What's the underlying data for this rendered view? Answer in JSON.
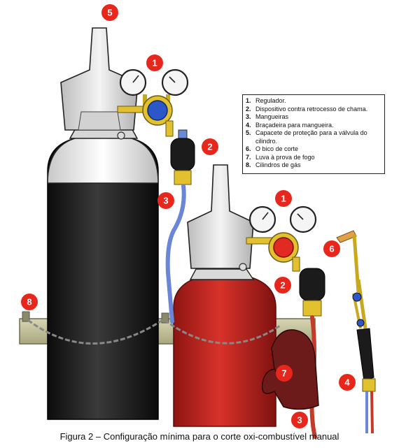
{
  "legend": {
    "items": [
      {
        "num": "1.",
        "text": "Regulador."
      },
      {
        "num": "2.",
        "text": "Dispositivo contra retrocesso de chama."
      },
      {
        "num": "3.",
        "text": "Mangueiras"
      },
      {
        "num": "4.",
        "text": "Braçadeira para mangueira."
      },
      {
        "num": "5.",
        "text": "Capacete de proteção para a válvula do cilindro."
      },
      {
        "num": "6.",
        "text": "O bico de corte"
      },
      {
        "num": "7.",
        "text": "Luva à prova de fogo"
      },
      {
        "num": "8.",
        "text": "Cilindros de gás"
      }
    ]
  },
  "badges": {
    "cap_black": "5",
    "regulator_blue": "1",
    "flashback_blue": "2",
    "hose_blue": "3",
    "regulator_red": "1",
    "flashback_red": "2",
    "torch_tip": "6",
    "cylinder": "8",
    "glove": "7",
    "clamp": "4",
    "hose_red": "3"
  },
  "caption": "Figura 2 – Configuração mínima para o corte oxi-combustível manual",
  "colors": {
    "badge": "#e8271c",
    "black_cylinder": "#1d1d1d",
    "red_cylinder": "#c4201d",
    "cap": "#e9e9e9",
    "brass": "#e3c02e",
    "blue_hose": "#6b86d6",
    "red_hose": "#c43b2a",
    "glove": "#6d1a1a"
  }
}
